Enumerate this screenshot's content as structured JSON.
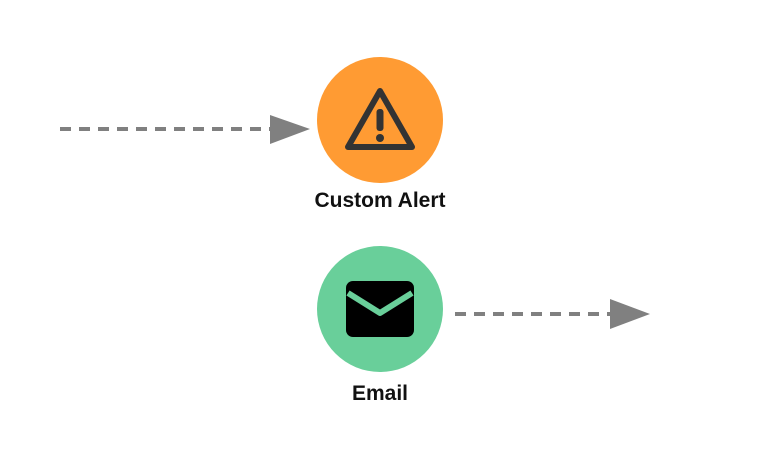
{
  "nodes": [
    {
      "id": "custom-alert",
      "label": "Custom Alert",
      "icon": "warning-triangle-icon",
      "color": "#FF9B33"
    },
    {
      "id": "email",
      "label": "Email",
      "icon": "envelope-icon",
      "color": "#69CF9A"
    }
  ],
  "connector_color": "#808080",
  "icon_color": "#000000"
}
